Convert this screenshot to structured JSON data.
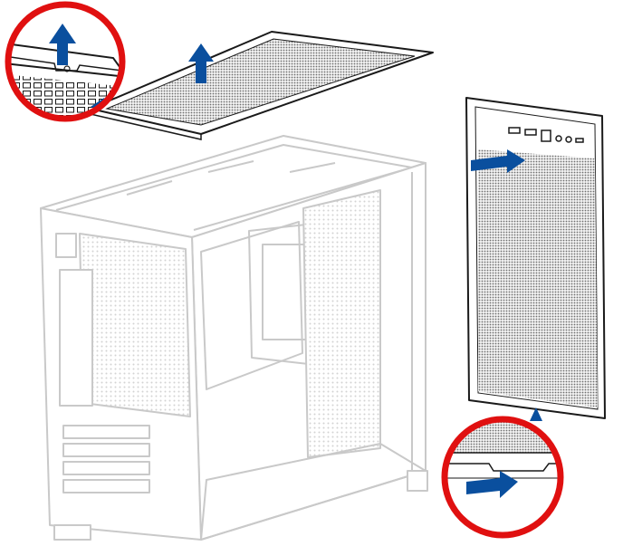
{
  "diagram": {
    "description_visible_text": "",
    "colors": {
      "line": "#1a1a1a",
      "faded_line": "#c9c9c9",
      "mesh": "#8a8a8a",
      "arrow": "#0a4f9e",
      "callout": "#e01010",
      "background": "#ffffff"
    },
    "callouts": [
      {
        "name": "top-panel-clip-detail"
      },
      {
        "name": "front-panel-bottom-detail"
      }
    ],
    "arrows": [
      {
        "name": "lift-up-arrow-detail",
        "direction": "up"
      },
      {
        "name": "lift-up-arrow-top-panel",
        "direction": "up"
      },
      {
        "name": "push-in-arrow-front-panel",
        "direction": "right"
      },
      {
        "name": "slide-in-arrow-bottom-detail",
        "direction": "right"
      }
    ]
  }
}
